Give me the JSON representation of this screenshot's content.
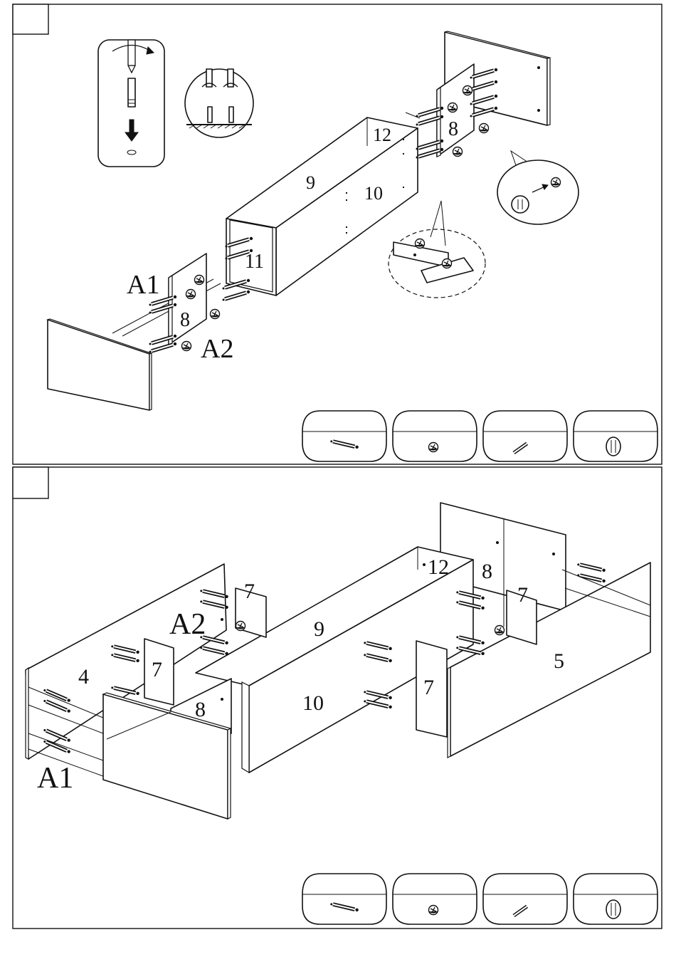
{
  "panels": [
    {
      "step": "",
      "labels": {
        "a1": "A1",
        "a2": "A2",
        "p8_left": "8",
        "p8_right": "8",
        "p9": "9",
        "p10": "10",
        "p11": "11",
        "p12": "12"
      },
      "hardware": [
        {
          "name": "cam-bolt-icon"
        },
        {
          "name": "cam-lock-icon"
        },
        {
          "name": "wood-dowel-icon"
        },
        {
          "name": "cover-cap-icon"
        }
      ]
    },
    {
      "step": "",
      "labels": {
        "a1": "A1",
        "a2": "A2",
        "p4": "4",
        "p5": "5",
        "p7_a": "7",
        "p7_b": "7",
        "p7_c": "7",
        "p7_d": "7",
        "p8_a": "8",
        "p8_b": "8",
        "p9": "9",
        "p10": "10",
        "p12": "12"
      },
      "hardware": [
        {
          "name": "cam-bolt-icon"
        },
        {
          "name": "cam-lock-icon"
        },
        {
          "name": "wood-dowel-icon"
        },
        {
          "name": "cover-cap-icon"
        }
      ]
    }
  ],
  "footer": {
    "page": ""
  }
}
